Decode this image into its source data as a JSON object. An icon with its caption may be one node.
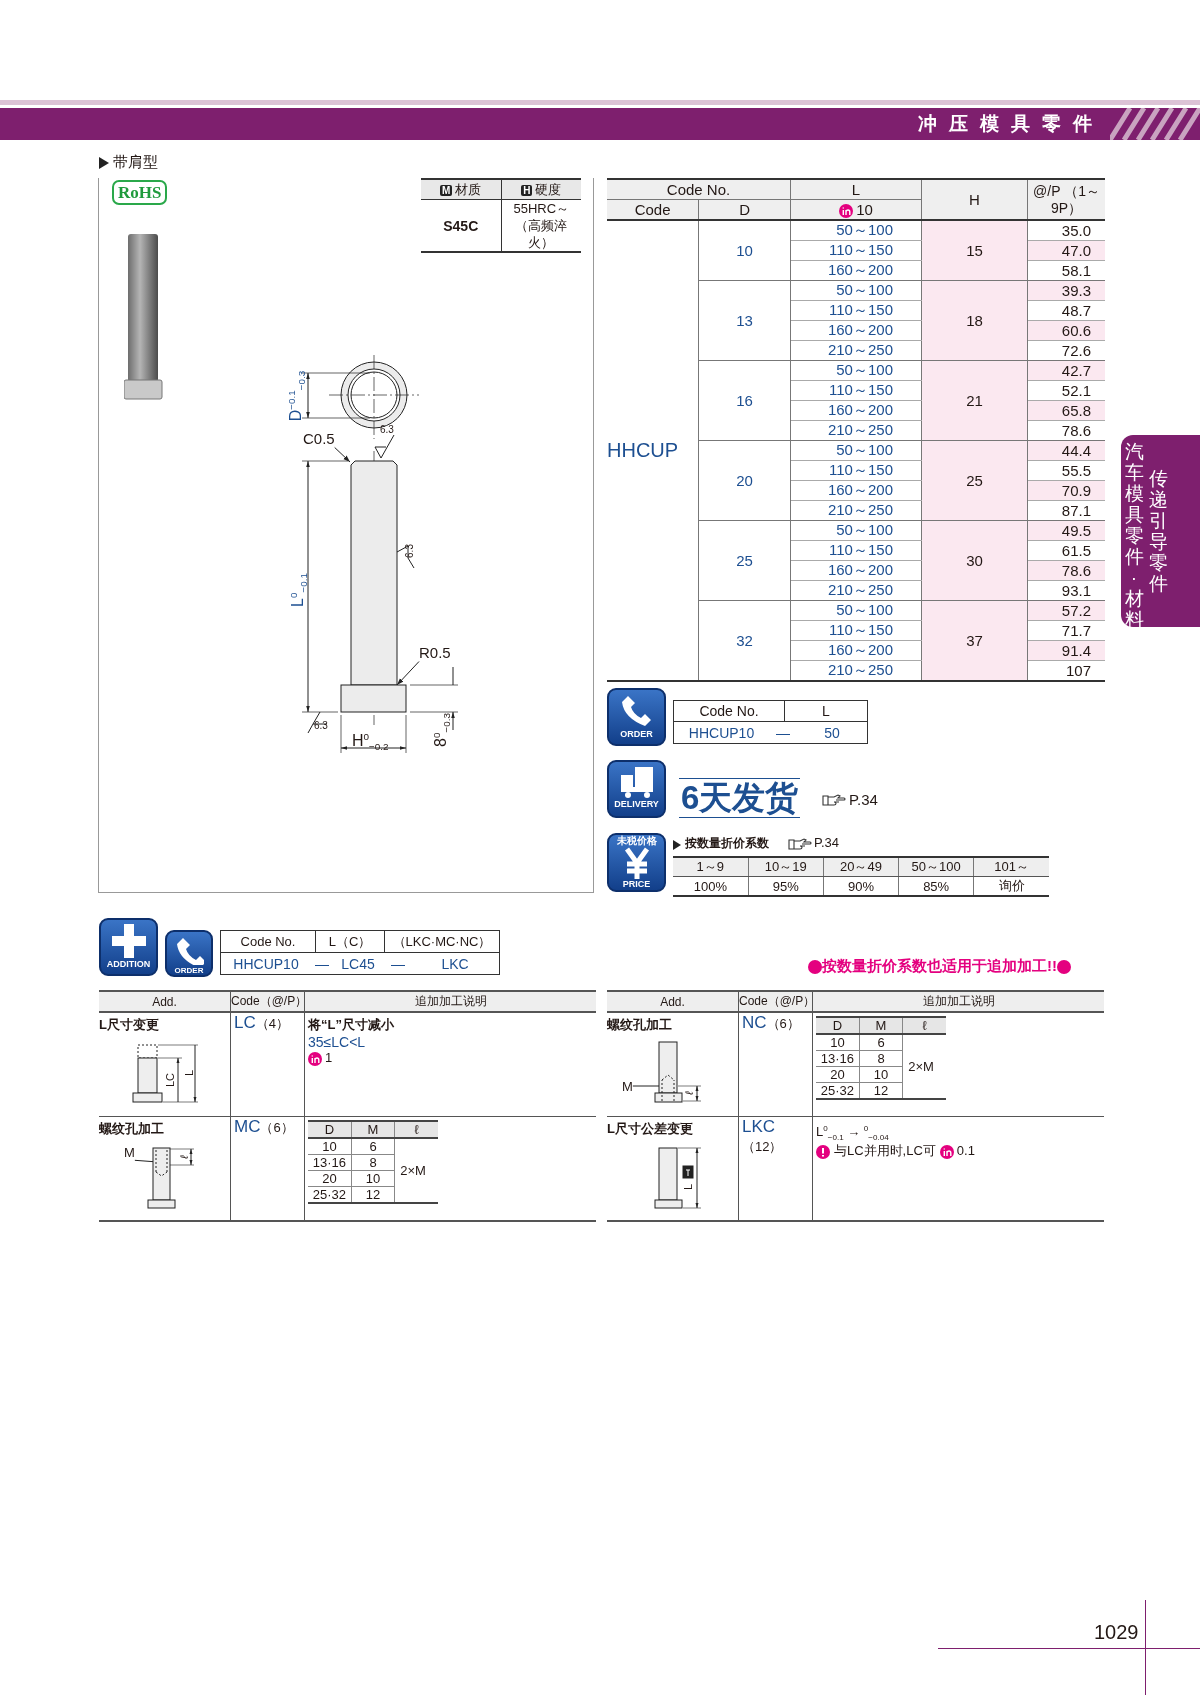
{
  "diagram": {
    "nodes": [
      {
        "text": [
          "C0.5"
        ]
      },
      {
        "text": [
          "R0.5"
        ]
      },
      {
        "text": [
          "M"
        ]
      },
      {
        "text": [
          "M"
        ]
      }
    ],
    "edges": [
      {
        "from": 0,
        "to": null,
        "arrow": "to"
      },
      {
        "from": 1,
        "to": null,
        "arrow": "to"
      },
      {
        "from": 2,
        "to": null,
        "arrow": "none"
      },
      {
        "from": 3,
        "to": null,
        "arrow": "none"
      }
    ],
    "labels": [
      "冲压模具零件",
      "带肩型",
      "RoHS",
      "M",
      "材质",
      "H",
      "硬度",
      "S45C",
      "55HRC～（高频淬火）",
      "D$^{−0.1}$$_{−0.3}$",
      "6.3",
      "6.3",
      "L$^{0}$$_{−0.1}$",
      "6.3",
      "H$^{0}$$_{−0.2}$",
      "8$^{0}$$_{−0.3}$",
      "Code No.",
      "L",
      "H",
      "@/P （1～9P）",
      "Code",
      "D",
      "10",
      "HHCUP",
      "10",
      "50～100",
      "15",
      "35.0",
      "110～150",
      "47.0",
      "160～200",
      "58.1",
      "13",
      "50～100",
      "18",
      "39.3",
      "110～150",
      "48.7",
      "160～200",
      "60.6",
      "210～250",
      "72.6",
      "16",
      "50～100",
      "21",
      "42.7",
      "110～150",
      "52.1",
      "160～200",
      "65.8",
      "210～250",
      "78.6",
      "20",
      "50～100",
      "25",
      "44.4",
      "110～150",
      "55.5",
      "160～200",
      "70.9",
      "210～250",
      "87.1",
      "25",
      "50～100",
      "30",
      "49.5",
      "110～150",
      "61.5",
      "160～200",
      "78.6",
      "210～250",
      "93.1",
      "32",
      "50～100",
      "37",
      "57.2",
      "110～150",
      "71.7",
      "160～200",
      "91.4",
      "210～250",
      "107",
      "ORDER",
      "Code No.",
      "L",
      "HHCUP10",
      "—",
      "50",
      "DELIVERY",
      "6天发货",
      "P.34",
      "未税价格",
      "PRICE",
      "按数量折价系数",
      "P.34",
      "1～9",
      "10～19",
      "20～49",
      "50～100",
      "101～",
      "100%",
      "95%",
      "90%",
      "85%",
      "询价",
      "ADDITION",
      "ORDER",
      "Code No.",
      "L（C）",
      "（LKC·MC·NC）",
      "HHCUP10",
      "—",
      "LC45",
      "—",
      "LKC",
      "按数量折价系数也适用于追加加工!!",
      "Add.",
      "Code（@/P）",
      "追加加工说明",
      "L尺寸变更",
      "LC",
      "（4）",
      "将“L”尺寸减小",
      "35≤LC<L",
      "1",
      "LC",
      "L",
      "螺纹孔加工",
      "MC",
      "（6）",
      "D",
      "M",
      "ℓ",
      "10",
      "6",
      "2×M",
      "13·16",
      "8",
      "20",
      "10",
      "25·32",
      "12",
      "ℓ",
      "Add.",
      "Code（@/P）",
      "追加加工说明",
      "螺纹孔加工",
      "NC",
      "（6）",
      "D",
      "M",
      "ℓ",
      "10",
      "6",
      "2×M",
      "13·16",
      "8",
      "20",
      "10",
      "25·32",
      "12",
      "ℓ",
      "L尺寸公差变更",
      "LKC",
      "（12）",
      "L$^{0}$$_{−0.1}$ → $^{0}$$_{−0.04}$",
      "与LC并用时,LC可",
      "0.1",
      "L",
      "传递引导零件",
      "汽车模具零件·材料",
      "1029"
    ]
  }
}
